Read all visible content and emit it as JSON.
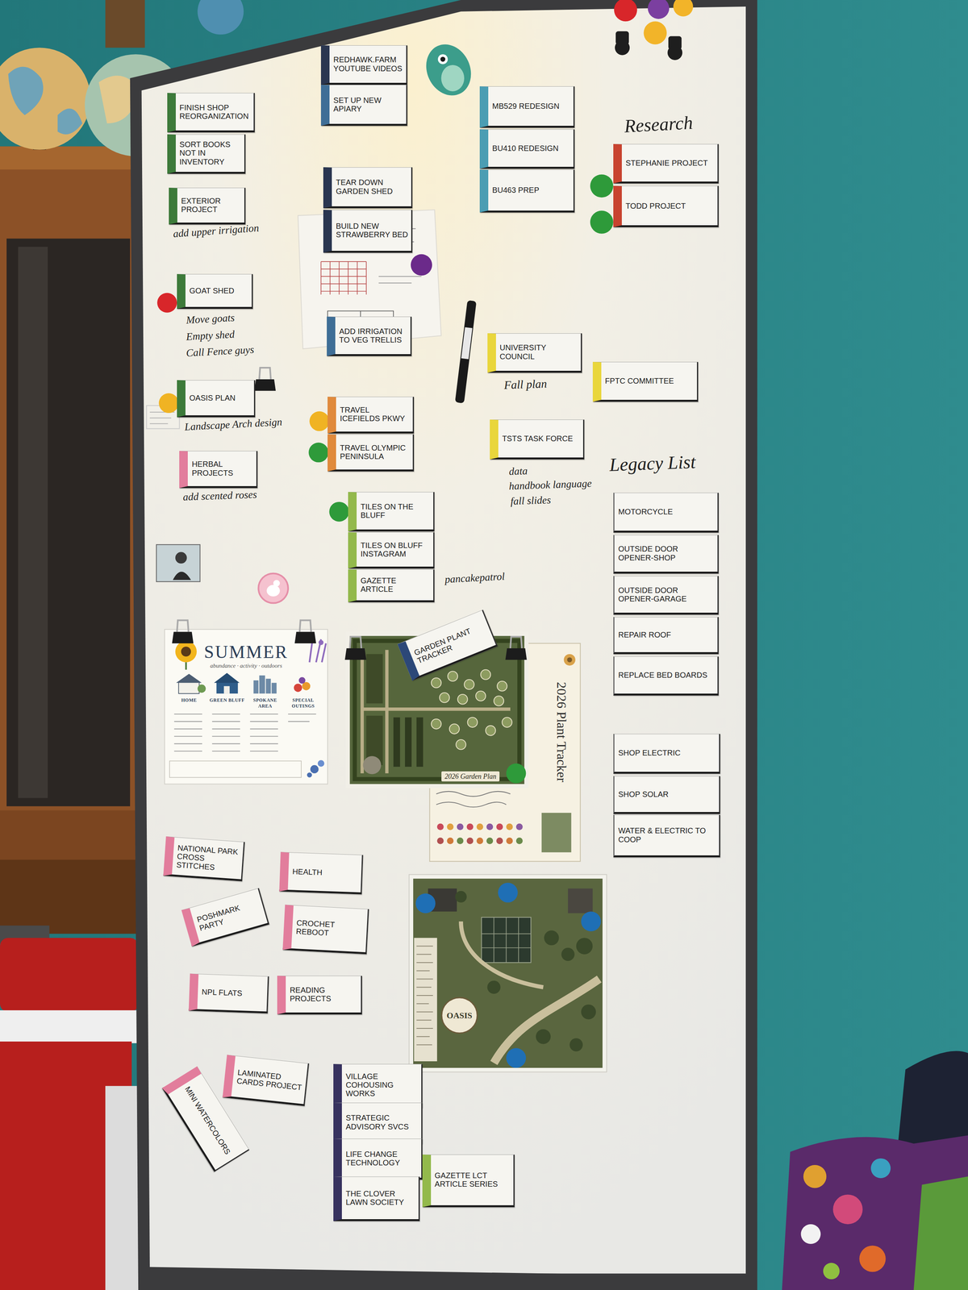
{
  "diagram": {
    "nodes": [
      {
        "text": [
          "FINISH SHOP REORGANIZATION"
        ]
      },
      {
        "text": [
          "SORT BOOKS NOT IN INVENTORY"
        ]
      },
      {
        "text": [
          "EXTERIOR PROJECT"
        ]
      },
      {
        "text": [
          "GOAT SHED"
        ]
      },
      {
        "text": [
          "OASIS PLAN"
        ]
      },
      {
        "text": [
          "HERBAL PROJECTS"
        ]
      },
      {
        "text": [
          "REDHAWK.FARM YOUTUBE VIDEOS"
        ]
      },
      {
        "text": [
          "SET UP NEW APIARY"
        ]
      },
      {
        "text": [
          "TEAR DOWN GARDEN SHED"
        ]
      },
      {
        "text": [
          "BUILD NEW STRAWBERRY BED"
        ]
      },
      {
        "text": [
          "ADD IRRIGATION TO VEG TRELLIS"
        ]
      },
      {
        "text": [
          "TRAVEL ICEFIELDS PKWY"
        ]
      },
      {
        "text": [
          "TRAVEL OLYMPIC PENINSULA"
        ]
      },
      {
        "text": [
          "TILES ON THE BLUFF"
        ]
      },
      {
        "text": [
          "TILES ON BLUFF INSTAGRAM"
        ]
      },
      {
        "text": [
          "GAZETTE ARTICLE"
        ]
      },
      {
        "text": [
          "MB529 REDESIGN"
        ]
      },
      {
        "text": [
          "BU410 REDESIGN"
        ]
      },
      {
        "text": [
          "BU463 PREP"
        ]
      },
      {
        "text": [
          "STEPHANIE PROJECT"
        ]
      },
      {
        "text": [
          "TODD PROJECT"
        ]
      },
      {
        "text": [
          "UNIVERSITY COUNCIL"
        ]
      },
      {
        "text": [
          "FPTC COMMITTEE"
        ]
      },
      {
        "text": [
          "TSTS TASK FORCE"
        ]
      },
      {
        "text": [
          "MOTORCYCLE"
        ]
      },
      {
        "text": [
          "OUTSIDE DOOR OPENER-SHOP"
        ]
      },
      {
        "text": [
          "OUTSIDE DOOR OPENER-GARAGE"
        ]
      },
      {
        "text": [
          "REPAIR ROOF"
        ]
      },
      {
        "text": [
          "REPLACE BED BOARDS"
        ]
      },
      {
        "text": [
          "SHOP ELECTRIC"
        ]
      },
      {
        "text": [
          "SHOP SOLAR"
        ]
      },
      {
        "text": [
          "WATER & ELECTRIC TO COOP"
        ]
      },
      {
        "text": [
          "SUMMER",
          "abundance · activity · outdoors",
          "HOME",
          "GREEN BLUFF",
          "SPOKANE AREA",
          "SPECIAL OUTINGS"
        ]
      },
      {
        "text": [
          "2026 Plant Tracker"
        ]
      },
      {
        "text": [
          "2026 Garden Plan"
        ]
      },
      {
        "text": [
          "GARDEN PLANT TRACKER"
        ]
      },
      {
        "text": [
          "NATIONAL PARK CROSS STITCHES"
        ]
      },
      {
        "text": [
          "HEALTH"
        ]
      },
      {
        "text": [
          "POSHMARK PARTY"
        ]
      },
      {
        "text": [
          "CROCHET REBOOT"
        ]
      },
      {
        "text": [
          "NPL FLATS"
        ]
      },
      {
        "text": [
          "READING PROJECTS"
        ]
      },
      {
        "text": [
          "LAMINATED CARDS PROJECT"
        ]
      },
      {
        "text": [
          "MINI WATERCOLORS"
        ]
      },
      {
        "text": [
          "VILLAGE COHOUSING WORKS"
        ]
      },
      {
        "text": [
          "STRATEGIC ADVISORY SVCS"
        ]
      },
      {
        "text": [
          "LIFE CHANGE TECHNOLOGY"
        ]
      },
      {
        "text": [
          "THE CLOVER LAWN SOCIETY"
        ]
      },
      {
        "text": [
          "GAZETTE LCT ARTICLE SERIES"
        ]
      },
      {
        "text": [
          "OASIS"
        ]
      }
    ],
    "labels": [
      "add upper irrigation",
      "Move goats",
      "Empty shed",
      "Call Fence guys",
      "Landscape Arch design",
      "add scented roses",
      "pancakepatrol",
      "Research",
      "Fall plan",
      "data",
      "handbook language",
      "fall slides",
      "Legacy List"
    ]
  }
}
